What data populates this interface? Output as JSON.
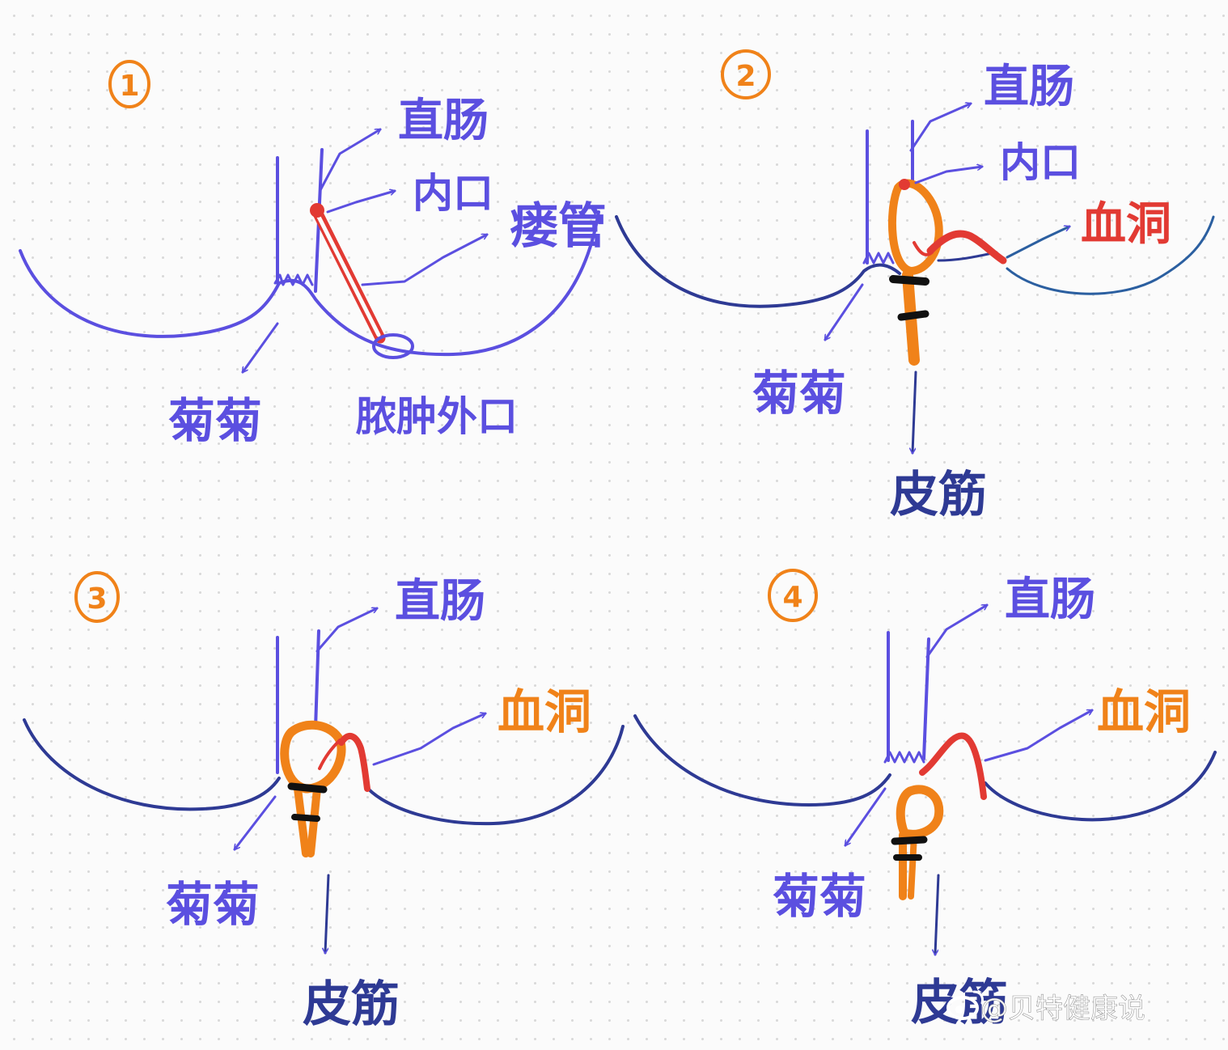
{
  "colors": {
    "purple": "#5b4fe0",
    "navy": "#2e3a94",
    "red": "#e23a33",
    "orange": "#f08219",
    "black": "#111111",
    "watermark": "#ffffff"
  },
  "panels": [
    {
      "number": "1",
      "labels": {
        "rectum": "直肠",
        "inner_opening": "内口",
        "fistula_tract": "瘘管",
        "anus": "菊菊",
        "abscess_outer_opening": "脓肿外口"
      }
    },
    {
      "number": "2",
      "labels": {
        "rectum": "直肠",
        "inner_opening": "内口",
        "blood_hole": "血洞",
        "anus": "菊菊",
        "rubber_band": "皮筋"
      }
    },
    {
      "number": "3",
      "labels": {
        "rectum": "直肠",
        "blood_hole": "血洞",
        "anus": "菊菊",
        "rubber_band": "皮筋"
      }
    },
    {
      "number": "4",
      "labels": {
        "rectum": "直肠",
        "blood_hole": "血洞",
        "anus": "菊菊",
        "rubber_band": "皮筋"
      }
    }
  ],
  "watermark": {
    "text": "@贝特健康说",
    "icon": "weibo-logo-icon"
  }
}
